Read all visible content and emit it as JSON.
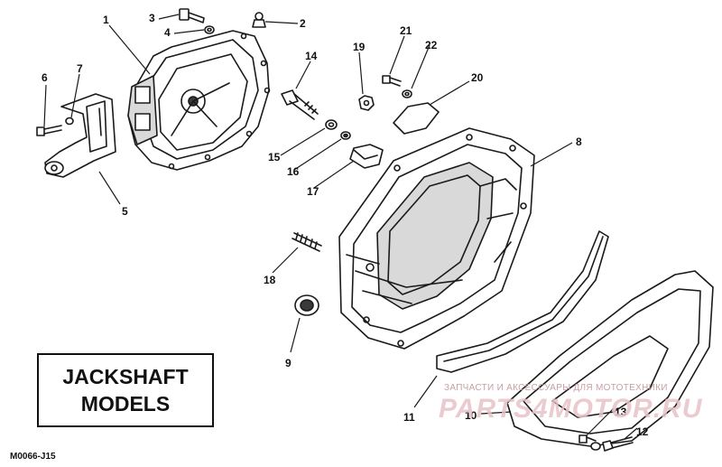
{
  "title_box": {
    "line1": "JACKSHAFT",
    "line2": "MODELS"
  },
  "figure_code": "M0066-J15",
  "watermark": {
    "text": "ЗАПЧАСТИ И АКСЕССУАРЫ ДЛЯ МОТОТЕХНИКИ",
    "logo": "PARTS4MOTOR.RU"
  },
  "callouts": [
    {
      "id": "c1",
      "label": "1"
    },
    {
      "id": "c2",
      "label": "2"
    },
    {
      "id": "c3",
      "label": "3"
    },
    {
      "id": "c4",
      "label": "4"
    },
    {
      "id": "c5",
      "label": "5"
    },
    {
      "id": "c6",
      "label": "6"
    },
    {
      "id": "c7",
      "label": "7"
    },
    {
      "id": "c8",
      "label": "8"
    },
    {
      "id": "c9",
      "label": "9"
    },
    {
      "id": "c10",
      "label": "10"
    },
    {
      "id": "c11",
      "label": "11"
    },
    {
      "id": "c12",
      "label": "12"
    },
    {
      "id": "c13",
      "label": "13"
    },
    {
      "id": "c14",
      "label": "14"
    },
    {
      "id": "c15",
      "label": "15"
    },
    {
      "id": "c16",
      "label": "16"
    },
    {
      "id": "c17",
      "label": "17"
    },
    {
      "id": "c18",
      "label": "18"
    },
    {
      "id": "c19",
      "label": "19"
    },
    {
      "id": "c20",
      "label": "20"
    },
    {
      "id": "c21",
      "label": "21"
    },
    {
      "id": "c22",
      "label": "22"
    }
  ],
  "colors": {
    "line": "#1a1a1a",
    "watermark": "#e7c2c8"
  }
}
